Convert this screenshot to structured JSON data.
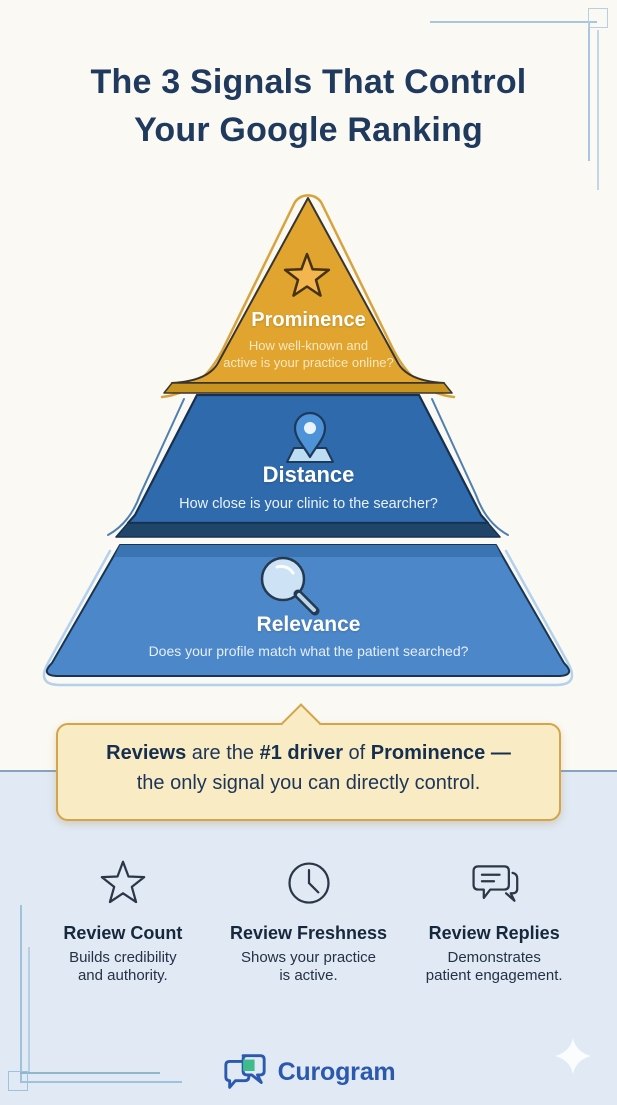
{
  "title": {
    "line1": "The 3 Signals That Control",
    "line2": "Your Google Ranking"
  },
  "pyramid": {
    "levels": [
      {
        "label": "Prominence",
        "lines": [
          "How well-known and",
          "active is your practice online?"
        ],
        "icon": "star-icon",
        "color": "#e0a42f"
      },
      {
        "label": "Distance",
        "lines": [
          "How close is your clinic to the searcher?"
        ],
        "icon": "map-pin-icon",
        "color": "#2f6aad"
      },
      {
        "label": "Relevance",
        "lines": [
          "Does your profile match what the patient searched?"
        ],
        "icon": "magnifying-glass-icon",
        "color": "#4c87c9"
      }
    ]
  },
  "callout": {
    "bold1": "Reviews",
    "mid1": " are the ",
    "bold2": "#1 driver",
    "mid2": " of ",
    "bold3": "Prominence",
    "mid3": " —",
    "line2": "the only signal you can directly control."
  },
  "factors": [
    {
      "icon": "star-outline-icon",
      "title": "Review Count",
      "lines": [
        "Builds credibility",
        "and authority."
      ]
    },
    {
      "icon": "clock-icon",
      "title": "Review Freshness",
      "lines": [
        "Shows your practice",
        "is active."
      ]
    },
    {
      "icon": "chat-replies-icon",
      "title": "Review Replies",
      "lines": [
        "Demonstrates",
        "patient engagement."
      ]
    }
  ],
  "footer": {
    "brand": "Curogram"
  },
  "colors": {
    "navy": "#203a5e",
    "orange": "#e0a42f",
    "orange_dark": "#c8941f",
    "blue_mid": "#2f6aad",
    "blue_mid_dark": "#1f4569",
    "blue_light": "#4c87c9",
    "callout_bg": "#f9ecc5",
    "callout_border": "#d4a44a",
    "background_top": "#fbf9f4",
    "background_bottom": "#e0e9f4",
    "brand_blue": "#2b59ad",
    "brand_green": "#3fbc8c"
  }
}
